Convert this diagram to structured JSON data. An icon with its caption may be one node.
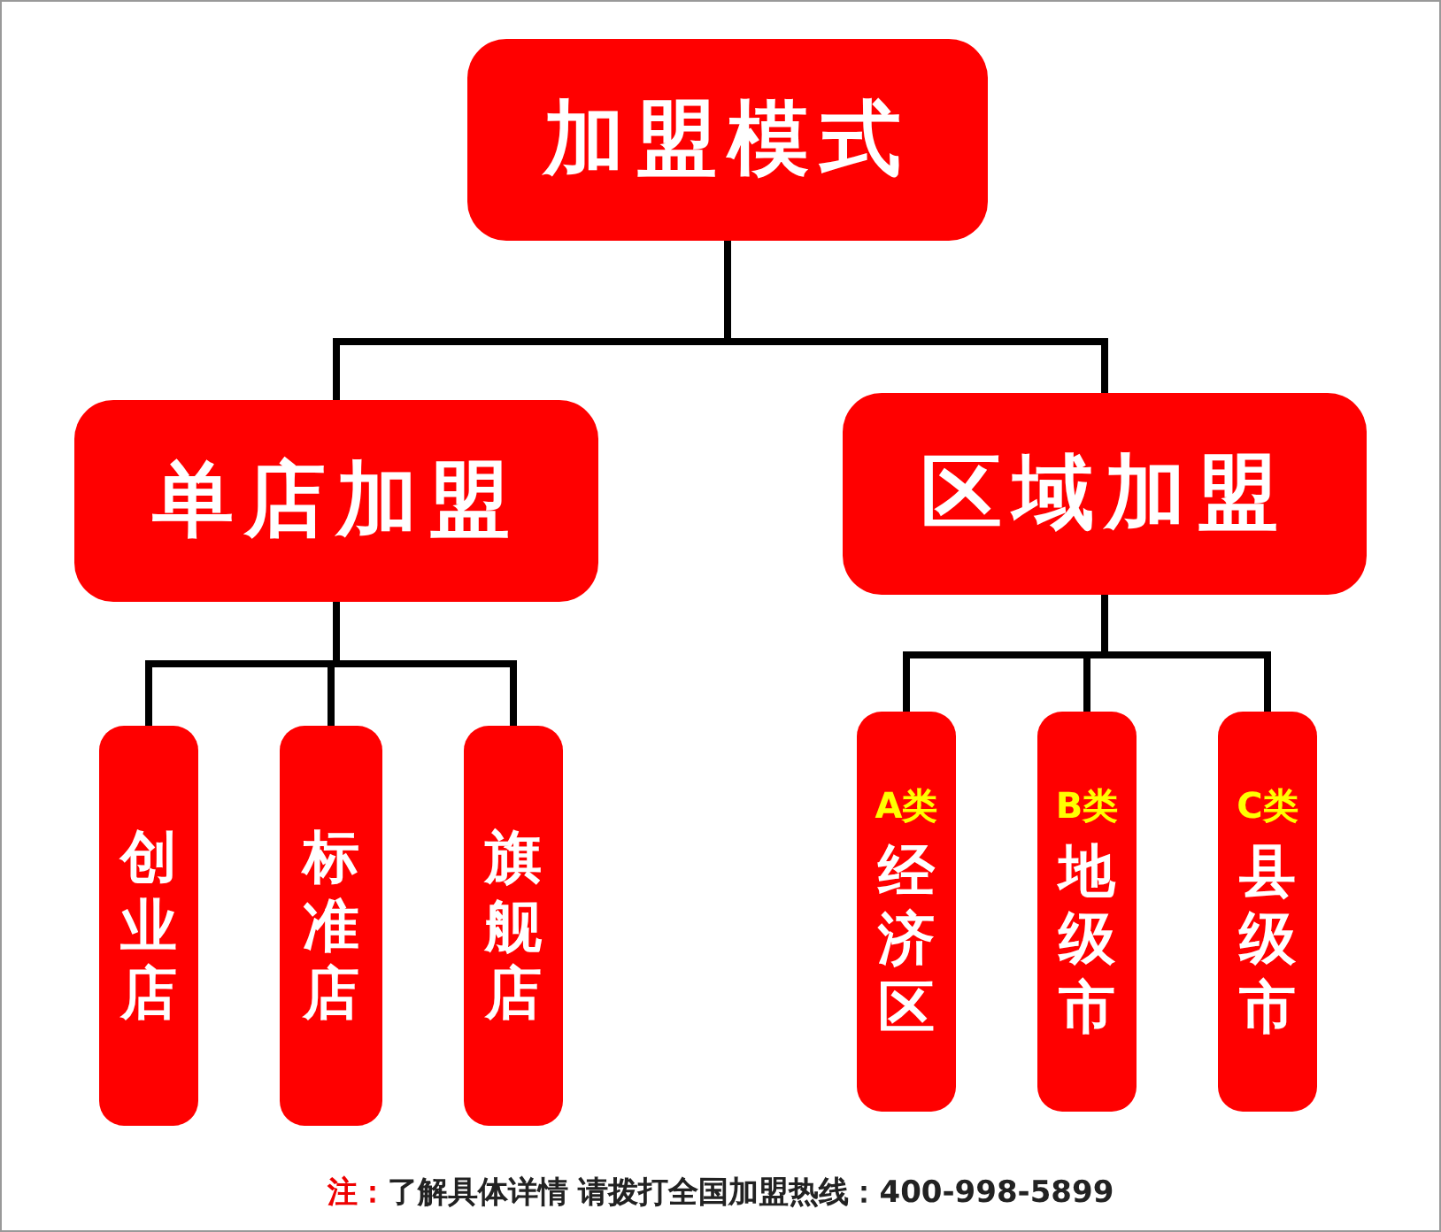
{
  "diagram": {
    "nodes": [
      {
        "text": [
          "加盟模式"
        ]
      },
      {
        "text": [
          "单店加盟"
        ]
      },
      {
        "text": [
          "区域加盟"
        ]
      },
      {
        "text": [
          "创业店"
        ]
      },
      {
        "text": [
          "标准店"
        ]
      },
      {
        "text": [
          "旗舰店"
        ]
      },
      {
        "text": [
          "A类",
          "经济区"
        ]
      },
      {
        "text": [
          "B类",
          "地级市"
        ]
      },
      {
        "text": [
          "C类",
          "县级市"
        ]
      }
    ],
    "edges": [
      {
        "from": 0,
        "to": 1,
        "arrow": "none"
      },
      {
        "from": 0,
        "to": 2,
        "arrow": "none"
      },
      {
        "from": 1,
        "to": 3,
        "arrow": "none"
      },
      {
        "from": 1,
        "to": 4,
        "arrow": "none"
      },
      {
        "from": 1,
        "to": 5,
        "arrow": "none"
      },
      {
        "from": 2,
        "to": 6,
        "arrow": "none"
      },
      {
        "from": 2,
        "to": 7,
        "arrow": "none"
      },
      {
        "from": 2,
        "to": 8,
        "arrow": "none"
      }
    ],
    "labels": [
      "注：",
      "了解具体详情 请拨打全国加盟热线：400-998-5899"
    ]
  }
}
